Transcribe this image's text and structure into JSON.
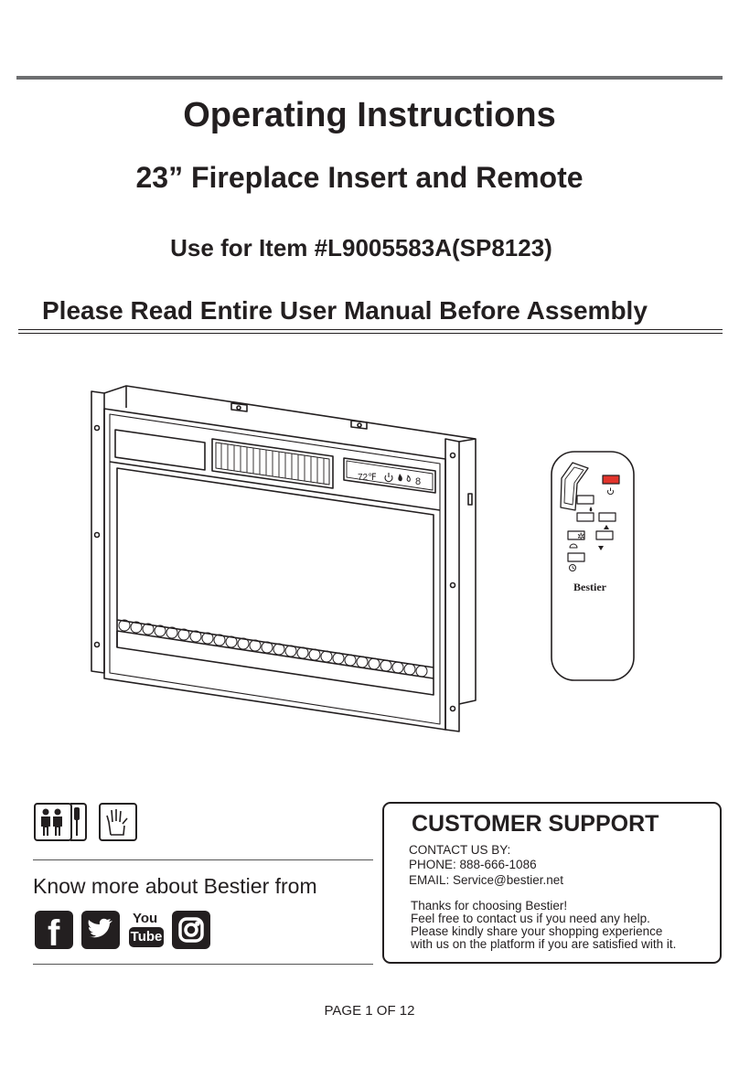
{
  "title": "Operating Instructions",
  "subtitle": "23” Fireplace Insert and Remote",
  "item_line": "Use for Item #L9005583A(SP8123)",
  "notice": "Please Read Entire User Manual Before Assembly",
  "fireplace": {
    "display_readout": "72℉",
    "display_digit": "8"
  },
  "remote": {
    "brand": "Bestier",
    "power_button_color": "#e2342c"
  },
  "assembly_icons": [
    "two-people-icon",
    "screwdriver-icon",
    "gloves-icon"
  ],
  "social": {
    "heading": "Know more about Bestier from",
    "facebook_glyph": "f",
    "youtube_you": "You",
    "youtube_tube": "Tube"
  },
  "support": {
    "title": "CUSTOMER SUPPORT",
    "contact_label": "CONTACT US BY:",
    "phone": "PHONE: 888-666-1086",
    "email": "EMAIL: Service@bestier.net",
    "message_lines": [
      "Thanks for choosing Bestier!",
      "Feel free to contact us if you need any help.",
      "Please kindly share your shopping experience",
      "with us on the platform if you are satisfied with it."
    ]
  },
  "footer": "PAGE 1 OF 12",
  "colors": {
    "text": "#231f20",
    "top_bar": "#6d6e70",
    "remote_power": "#e2342c"
  }
}
